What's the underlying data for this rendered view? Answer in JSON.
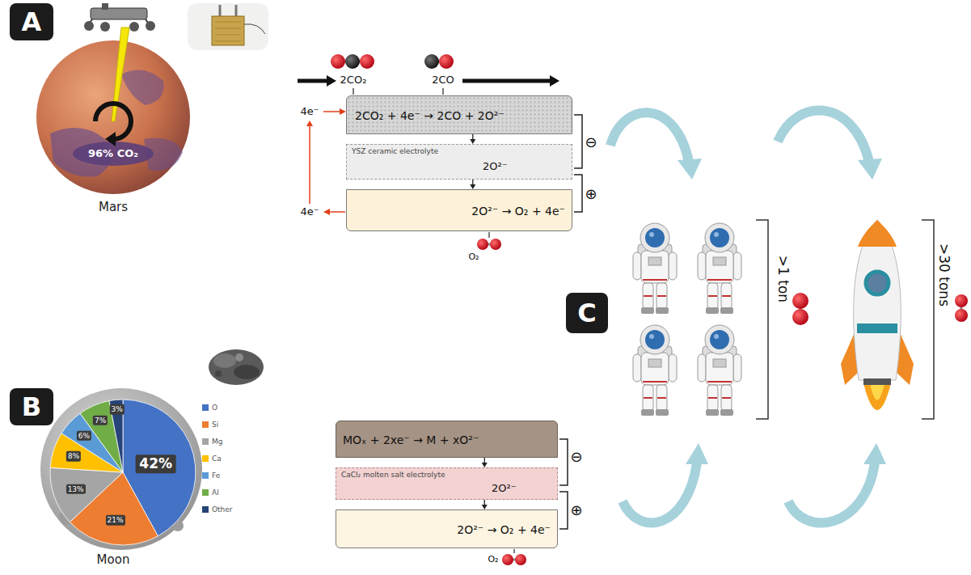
{
  "diagram": {
    "nodes": [
      {
        "text": [
          "A"
        ]
      },
      {
        "text": [
          "96% CO₂",
          "Mars"
        ]
      },
      {
        "text": [
          "2CO₂ + 4e⁻ → 2CO + 2O²⁻"
        ]
      },
      {
        "text": [
          "YSZ ceramic electrolyte",
          "2O²⁻"
        ]
      },
      {
        "text": [
          "2O²⁻ → O₂ + 4e⁻"
        ]
      },
      {
        "text": [
          "B"
        ]
      },
      {
        "text": [
          "Moon"
        ]
      },
      {
        "text": [
          "MOₓ + 2xe⁻ → M + xO²⁻"
        ]
      },
      {
        "text": [
          "CaCl₂ molten salt electrolyte",
          "2O²⁻"
        ]
      },
      {
        "text": [
          "2O²⁻ → O₂ + 4e⁻"
        ]
      },
      {
        "text": [
          "C"
        ]
      }
    ],
    "edges": [
      {
        "from": 2,
        "to": 3,
        "arrow": "to"
      },
      {
        "from": 3,
        "to": 4,
        "arrow": "to"
      },
      {
        "from": 7,
        "to": 8,
        "arrow": "to"
      },
      {
        "from": 8,
        "to": 9,
        "arrow": "to"
      }
    ],
    "labels": [
      "2CO₂",
      "2CO",
      "4e⁻",
      "4e⁻",
      "⊖",
      "⊕",
      "O₂",
      "42%",
      "21%",
      "13%",
      "8%",
      "6%",
      "7%",
      "3%",
      "⊖",
      "⊕",
      "O₂",
      ">1 ton",
      ">30 tons"
    ],
    "legend": [
      {
        "text": "O",
        "color": "#4472c4"
      },
      {
        "text": "Si",
        "color": "#ed7d31"
      },
      {
        "text": "Mg",
        "color": "#a5a5a5"
      },
      {
        "text": "Ca",
        "color": "#ffc000"
      },
      {
        "text": "Fe",
        "color": "#5b9bd5"
      },
      {
        "text": "Al",
        "color": "#70ad47"
      },
      {
        "text": "Other",
        "color": "#264478"
      }
    ]
  }
}
